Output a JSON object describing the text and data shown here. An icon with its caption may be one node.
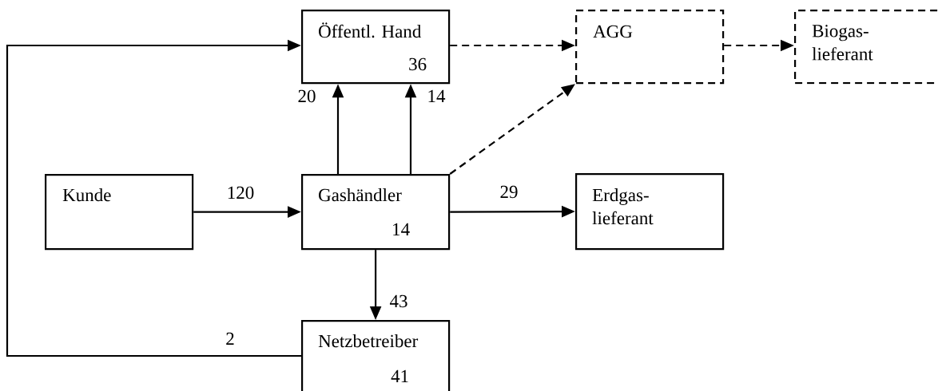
{
  "diagram": {
    "nodes": [
      {
        "text": [
          "Öffentl. Hand",
          "36"
        ]
      },
      {
        "text": [
          "AGG"
        ]
      },
      {
        "text": [
          "Biogas-lieferant"
        ]
      },
      {
        "text": [
          "Kunde"
        ]
      },
      {
        "text": [
          "Gashändler",
          "14"
        ]
      },
      {
        "text": [
          "Erdgas-lieferant"
        ]
      },
      {
        "text": [
          "Netzbetreiber",
          "41"
        ]
      }
    ],
    "edges": [
      {
        "from": 4,
        "to": 0,
        "arrow": "to",
        "label": "20"
      },
      {
        "from": 4,
        "to": 0,
        "arrow": "to",
        "label": "14"
      },
      {
        "from": 0,
        "to": 1,
        "arrow": "to",
        "style": "dashed"
      },
      {
        "from": 1,
        "to": 2,
        "arrow": "to",
        "style": "dashed"
      },
      {
        "from": 4,
        "to": 1,
        "arrow": "to",
        "style": "dashed"
      },
      {
        "from": 3,
        "to": 4,
        "arrow": "to",
        "label": "120"
      },
      {
        "from": 4,
        "to": 5,
        "arrow": "to",
        "label": "29"
      },
      {
        "from": 4,
        "to": 6,
        "arrow": "to",
        "label": "43"
      },
      {
        "from": 6,
        "to": 0,
        "arrow": "to",
        "label": "2"
      }
    ]
  }
}
